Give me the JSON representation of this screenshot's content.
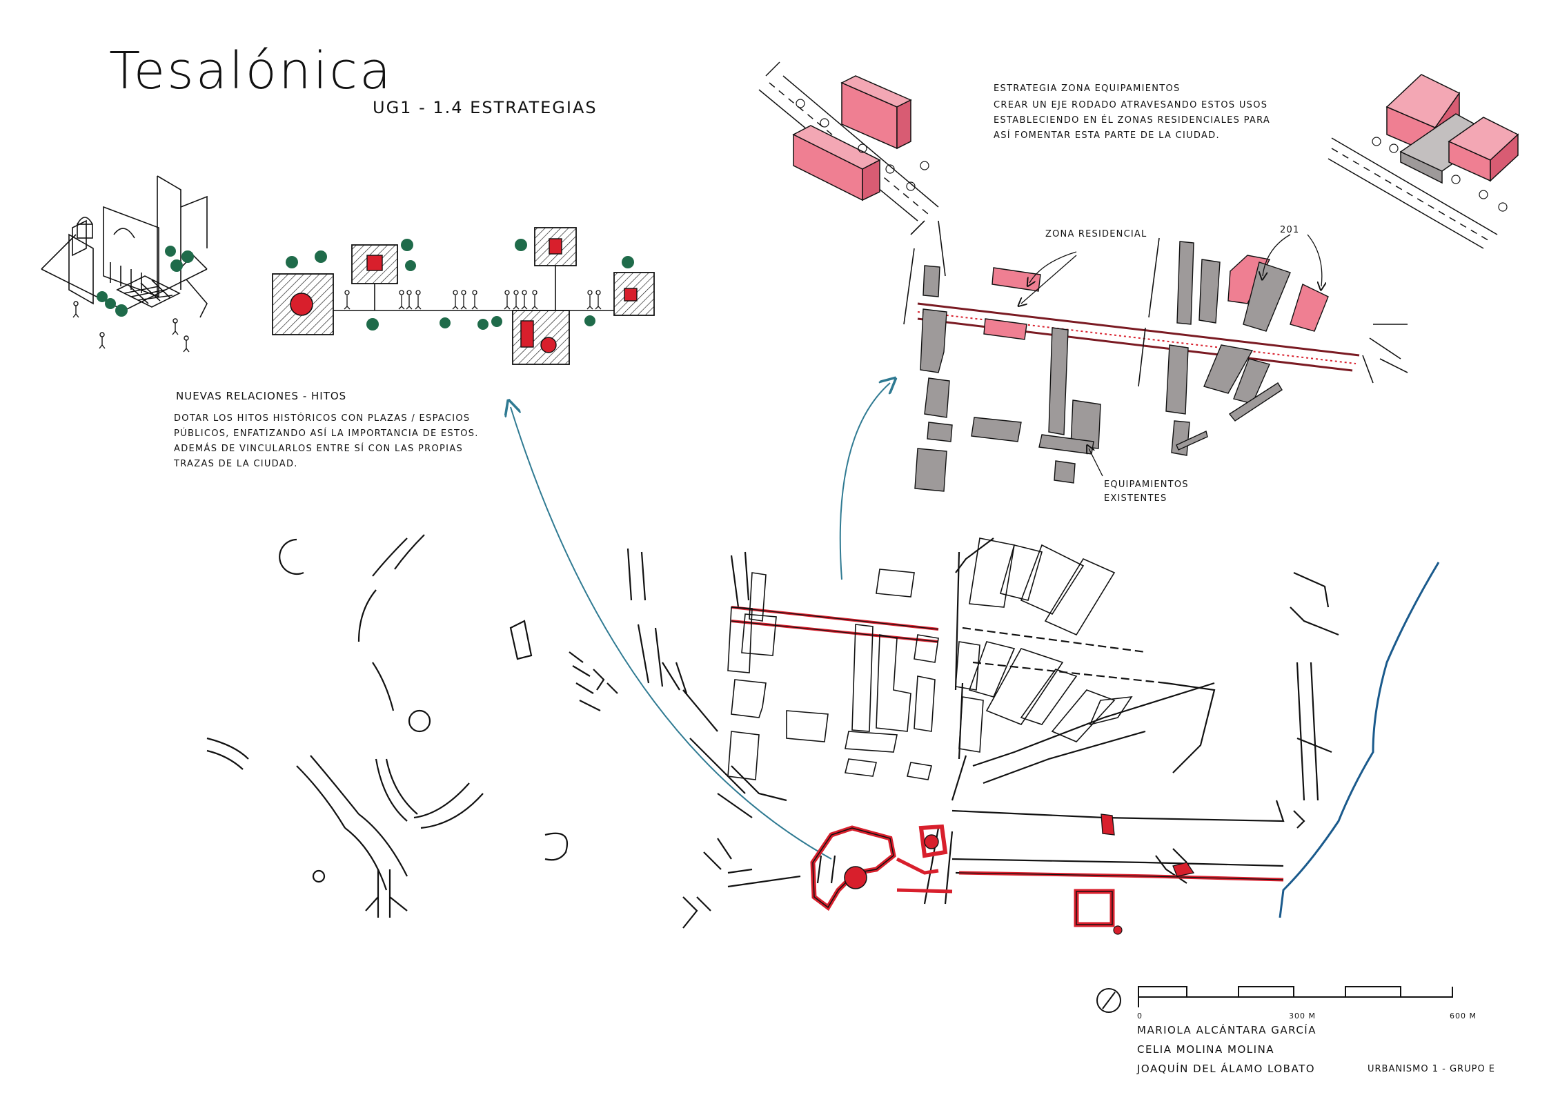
{
  "sheet": {
    "title": "Tesalónica",
    "subtitle": "UG1 - 1.4 Estrategias"
  },
  "hitos": {
    "title": "Nuevas relaciones - hitos",
    "body": "Dotar los hitos históricos con plazas / espacios públicos, enfatizando así la importancia de estos. Además de vincularlos entre sí con las propias trazas de la ciudad."
  },
  "equipamientos": {
    "title": "Estrategia zona equipamientos",
    "body": "Crear un eje rodado atravesando estos usos estableciendo en él zonas residenciales para así fomentar esta parte de la ciudad."
  },
  "labels": {
    "zona_residencial": "Zona residencial",
    "code_201": "201",
    "equipamientos_1": "Equipamientos",
    "equipamientos_2": "existentes"
  },
  "scale": {
    "start": "0",
    "mid": "300 m",
    "end": "600 m"
  },
  "authors": [
    "Mariola Alcántara García",
    "Celia Molina Molina",
    "Joaquín del Álamo Lobato"
  ],
  "course": "Urbanismo 1 - Grupo E",
  "colors": {
    "ink": "#111111",
    "red_fill": "#d81f2c",
    "pink_fill": "#ef7f92",
    "grey_fill": "#9e9a9a",
    "tree_green": "#1f6b4a",
    "arrow_blue": "#2f7a92",
    "river_blue": "#1a5a8c"
  }
}
